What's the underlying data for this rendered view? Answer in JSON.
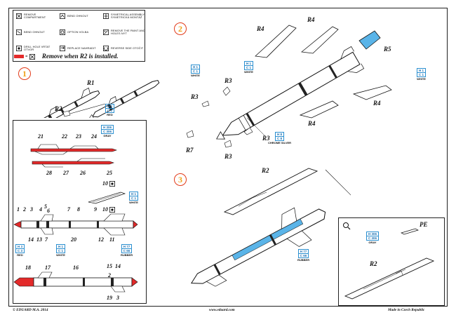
{
  "legend": [
    {
      "icon": "remove-compartment-icon",
      "text": "REMOVE COMPARTMENT"
    },
    {
      "icon": "bend-chinout-icon",
      "text": "BEND OHNOUT"
    },
    {
      "icon": "symmetrical-assembly-icon",
      "text": "SYMETRICAL ASSEMBLY SYMETRICKÁ MONTÁŽ"
    },
    {
      "icon": "bend-chinout-2-icon",
      "text": "BEND OHNOUT"
    },
    {
      "icon": "option-volba-icon",
      "text": "OPTION VOLBA"
    },
    {
      "icon": "remove-paint-icon",
      "text": "REMOVE THE PAINT AND HOLES NYT"
    },
    {
      "icon": "drill-hole-icon",
      "text": "DRILL HOLE VRTAT OTVOR"
    },
    {
      "icon": "replace-icon",
      "text": "REPLACE NAHRADIT"
    },
    {
      "icon": "reverse-side-icon",
      "text": "REVERSE SIDE OTOČIT"
    }
  ],
  "remove_note": "Remove when R2 is installed.",
  "steps": [
    "1",
    "2",
    "3"
  ],
  "part_labels": {
    "r1": "R1",
    "r2a": "R2",
    "r2b": "R2",
    "r2c": "R2",
    "r3a": "R3",
    "r3b": "R3",
    "r3c": "R3",
    "r3d": "R3",
    "r4a": "R4",
    "r4b": "R4",
    "r4c": "R4",
    "r4d": "R4",
    "r5": "R5",
    "r7": "R7",
    "pe": "PE"
  },
  "color_codes": [
    {
      "id": "cc-r2-step1",
      "rows": [
        "H 3",
        "C 3"
      ],
      "name": "RED"
    },
    {
      "id": "cc-left-gray",
      "rows": [
        "H 306",
        "C 306"
      ],
      "name": "GRAY"
    },
    {
      "id": "cc-left-white",
      "rows": [
        "H 1",
        "C 1"
      ],
      "name": "WHITE"
    },
    {
      "id": "cc-left-red",
      "rows": [
        "H 3",
        "C 3"
      ],
      "name": "RED"
    },
    {
      "id": "cc-left-white2",
      "rows": [
        "H 1",
        "C 1"
      ],
      "name": "WHITE"
    },
    {
      "id": "cc-left-rubber",
      "rows": [
        "H 77",
        "C 66"
      ],
      "name": "RUBBER"
    },
    {
      "id": "cc-white-a",
      "rows": [
        "H 1",
        "C 1"
      ],
      "name": "WHITE"
    },
    {
      "id": "cc-white-b",
      "rows": [
        "H 1",
        "C 1"
      ],
      "name": "WHITE"
    },
    {
      "id": "cc-white-c",
      "rows": [
        "H 1",
        "C 1"
      ],
      "name": "WHITE"
    },
    {
      "id": "cc-chrome",
      "rows": [
        "H 8",
        "C 8"
      ],
      "name": "CHROME SILVER"
    },
    {
      "id": "cc-rubber-step3",
      "rows": [
        "H 77",
        "C 66"
      ],
      "name": "RUBBER"
    },
    {
      "id": "cc-gray-detail",
      "rows": [
        "H 306",
        "C 306"
      ],
      "name": "GRAY"
    }
  ],
  "left_numbers_top": [
    "21",
    "22",
    "23",
    "24"
  ],
  "left_numbers_mid": [
    "28",
    "27",
    "26",
    "25"
  ],
  "left_numbers_10": [
    "10"
  ],
  "left_numbers_row1": [
    "1",
    "2",
    "3",
    "4",
    "5",
    "6",
    "7",
    "8",
    "9",
    "10"
  ],
  "left_numbers_row2": [
    "14",
    "13",
    "7",
    "20",
    "12",
    "11"
  ],
  "left_numbers_row3": [
    "18",
    "17",
    "16",
    "15",
    "14",
    "2"
  ],
  "left_numbers_row4": [
    "19",
    "3"
  ],
  "footer": {
    "copyright": "© EDUARD M.A. 2014",
    "url": "www.eduard.com",
    "made_in": "Made in Czech Republic"
  },
  "colors": {
    "accent_red": "#e32a2a",
    "step_ring": "#e23a19",
    "step_fill": "#f0a018",
    "code_blue": "#2a8fd0",
    "missile_blue": "#5ab4e8"
  }
}
